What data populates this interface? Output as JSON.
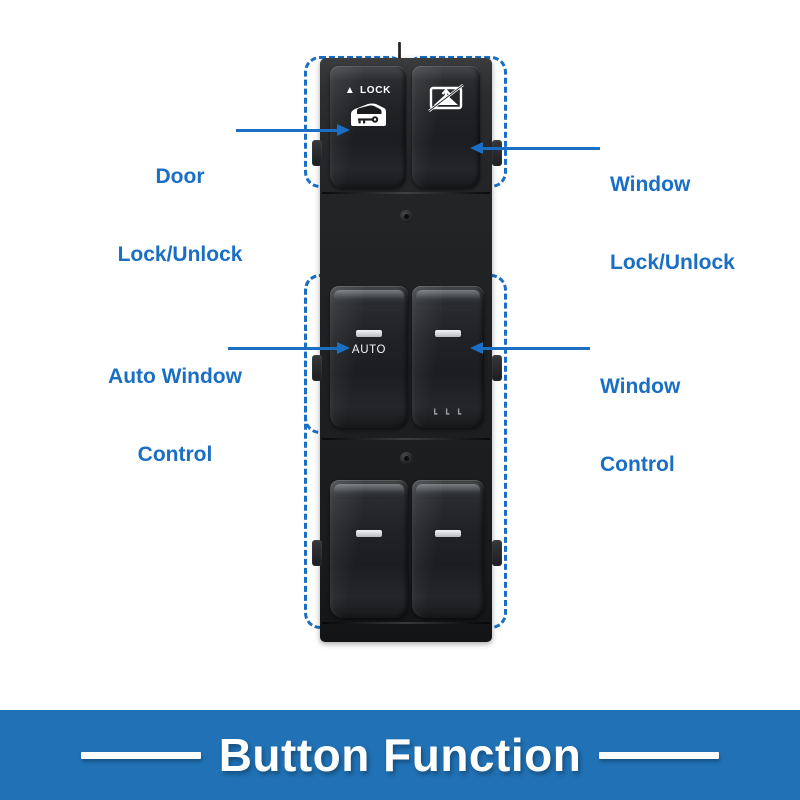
{
  "product": {
    "name": "power-window-master-switch",
    "description": "Car power window master switch panel with callout labels"
  },
  "callouts": [
    {
      "id": "door-lock",
      "line1": "Door",
      "line2": "Lock/Unlock",
      "side": "left"
    },
    {
      "id": "window-lock",
      "line1": "Window",
      "line2": "Lock/Unlock",
      "side": "right"
    },
    {
      "id": "auto-window",
      "line1": "Auto Window",
      "line2": "Control",
      "side": "left"
    },
    {
      "id": "window-ctrl",
      "line1": "Window",
      "line2": "Control",
      "side": "right"
    }
  ],
  "switches": {
    "door_lock": {
      "label": "LOCK",
      "arrow_glyph": "▲",
      "icon": "car-door-key-icon"
    },
    "window_lock": {
      "label": "",
      "icon": "window-lock-slash-icon"
    },
    "driver_window": {
      "label": "AUTO",
      "icon": "window-dash-icon"
    },
    "passenger_window": {
      "label": "",
      "icon": "window-dash-icon"
    },
    "rear_left_window": {
      "label": "",
      "icon": "window-dash-icon"
    },
    "rear_right_window": {
      "label": "",
      "icon": "window-dash-icon"
    },
    "vent_marks": "┗ ┗ ┗"
  },
  "banner": {
    "title": "Button Function",
    "left_dash": "",
    "right_dash": ""
  },
  "colors": {
    "accent_blue": "#1a6fc4",
    "banner_blue": "#2071b5",
    "panel_black": "#1d1f21",
    "text_white": "#ffffff"
  }
}
